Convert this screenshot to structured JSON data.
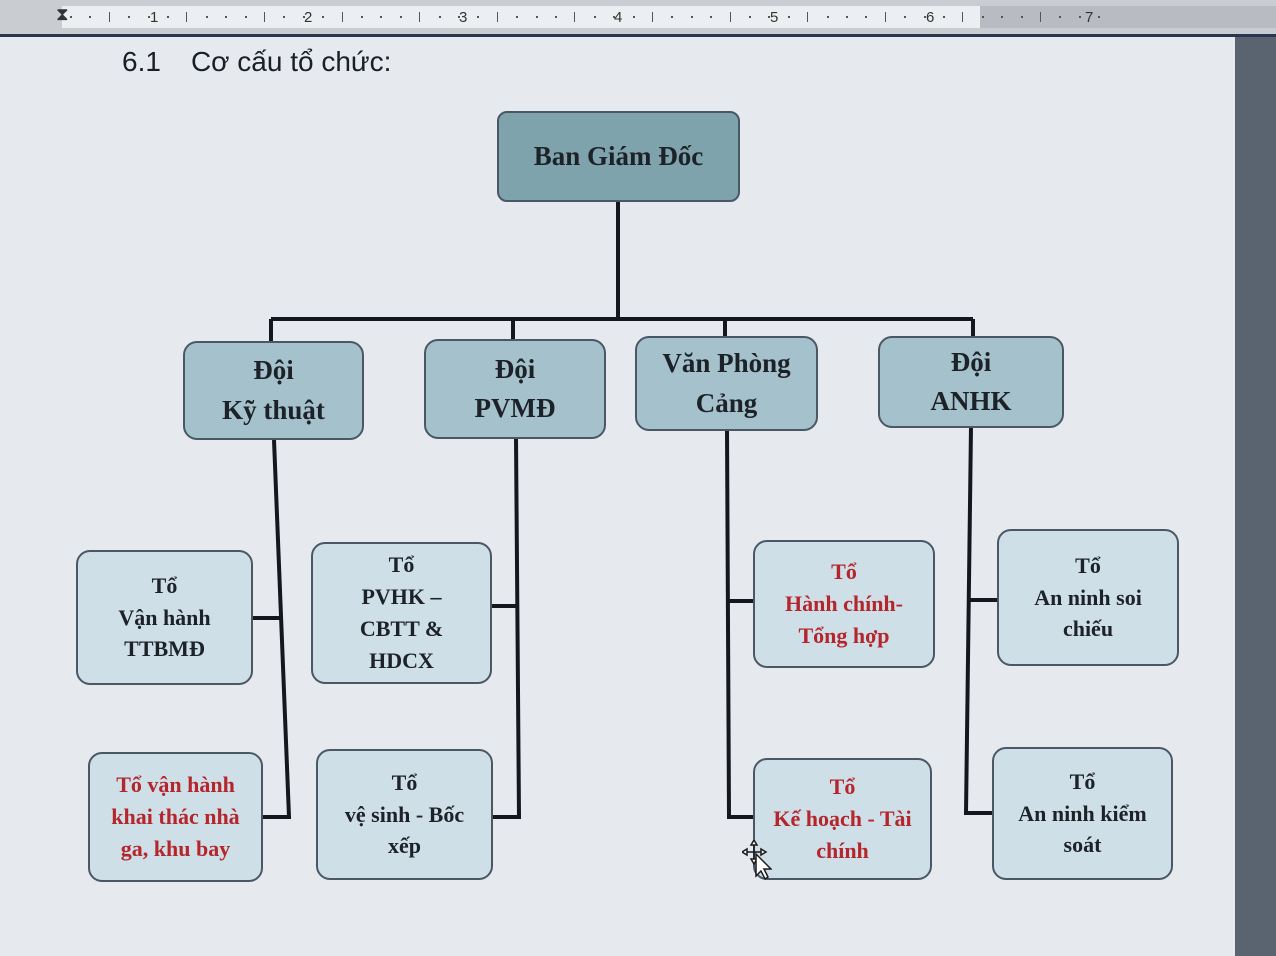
{
  "ruler": {
    "numbers": [
      "1",
      "2",
      "3",
      "4",
      "5",
      "6",
      "7"
    ]
  },
  "heading": {
    "number": "6.1",
    "title": "Cơ cấu tổ chức:"
  },
  "org_chart": {
    "root": {
      "label": "Ban Giám Đốc"
    },
    "departments": [
      {
        "line1": "Đội",
        "line2": "Kỹ  thuật",
        "units": [
          {
            "lines": [
              "Tổ",
              "Vận hành",
              "TTBMĐ"
            ],
            "color": "dark"
          },
          {
            "lines": [
              "Tổ vận hành",
              "khai thác nhà",
              "ga, khu bay"
            ],
            "color": "red"
          }
        ]
      },
      {
        "line1": "Đội",
        "line2": "PVMĐ",
        "units": [
          {
            "lines": [
              "Tổ",
              "PVHK –",
              "CBTT &",
              "HDCX"
            ],
            "color": "dark"
          },
          {
            "lines": [
              "Tổ",
              "vệ sinh - Bốc",
              "xếp"
            ],
            "color": "dark"
          }
        ]
      },
      {
        "line1": "Văn Phòng",
        "line2": "Cảng",
        "units": [
          {
            "lines": [
              "Tổ",
              "Hành chính-",
              "Tổng hợp"
            ],
            "color": "red"
          },
          {
            "lines": [
              "Tổ",
              "Kế hoạch - Tài",
              "chính"
            ],
            "color": "red"
          }
        ]
      },
      {
        "line1": "Đội",
        "line2": "ANHK",
        "units": [
          {
            "lines": [
              "Tổ",
              "An ninh soi",
              "chiếu"
            ],
            "color": "dark"
          },
          {
            "lines": [
              "Tổ",
              "An ninh kiểm",
              "soát"
            ],
            "color": "dark"
          }
        ]
      }
    ]
  },
  "colors": {
    "root_fill": "#7fa3ad",
    "dept_fill": "#a5c2cc",
    "unit_fill": "#cfdfe8",
    "red_text": "#b4262b",
    "line": "#14181e"
  }
}
